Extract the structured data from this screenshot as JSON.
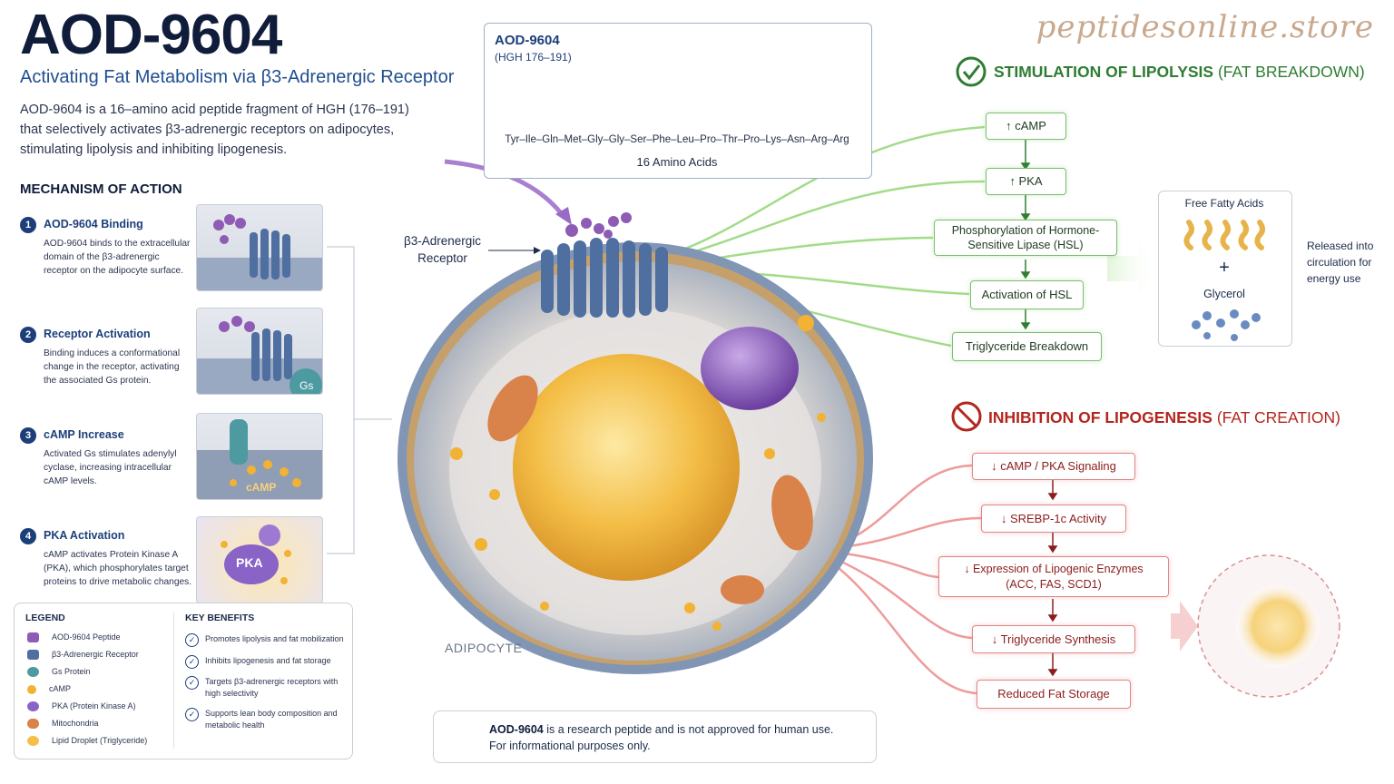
{
  "header": {
    "title": "AOD-9604",
    "subtitle": "Activating Fat Metabolism via β3-Adrenergic Receptor",
    "intro_lines": [
      "AOD-9604 is a 16–amino acid peptide fragment of HGH (176–191)",
      "that selectively activates β3-adrenergic receptors on adipocytes,",
      "stimulating lipolysis and inhibiting lipogenesis."
    ],
    "watermark": "peptidesonline.store"
  },
  "mechanism": {
    "title": "MECHANISM OF ACTION",
    "steps": [
      {
        "num": "1",
        "title": "AOD-9604 Binding",
        "desc": "AOD-9604 binds to the extracellular domain of the β3-adrenergic receptor on the adipocyte surface."
      },
      {
        "num": "2",
        "title": "Receptor Activation",
        "desc": "Binding induces a conformational change in the receptor, activating the associated Gs protein."
      },
      {
        "num": "3",
        "title": "cAMP Increase",
        "desc": "Activated Gs stimulates adenylyl cyclase, increasing intracellular cAMP levels."
      },
      {
        "num": "4",
        "title": "PKA Activation",
        "desc": "cAMP activates Protein Kinase A (PKA), which phosphorylates target proteins to drive metabolic changes."
      }
    ],
    "thumb_labels": {
      "gs": "Gs",
      "camp": "cAMP",
      "pka": "PKA"
    }
  },
  "legend": {
    "title": "LEGEND",
    "items": [
      {
        "label": "AOD-9604 Peptide",
        "icon": "peptide-icon",
        "color": "#8e5bb5"
      },
      {
        "label": "β3-Adrenergic Receptor",
        "icon": "receptor-icon",
        "color": "#4f6fa0"
      },
      {
        "label": "Gs Protein",
        "icon": "gs-protein-icon",
        "color": "#4d9aa0"
      },
      {
        "label": "cAMP",
        "icon": "camp-icon",
        "color": "#f2b233"
      },
      {
        "label": "PKA (Protein Kinase A)",
        "icon": "pka-icon",
        "color": "#8a63c7"
      },
      {
        "label": "Mitochondria",
        "icon": "mitochondria-icon",
        "color": "#d9824a"
      },
      {
        "label": "Lipid Droplet (Triglyceride)",
        "icon": "lipid-droplet-icon",
        "color": "#f4c04a"
      }
    ]
  },
  "key_benefits": {
    "title": "KEY BENEFITS",
    "items": [
      "Promotes lipolysis and fat mobilization",
      "Inhibits lipogenesis and fat storage",
      "Targets β3-adrenergic receptors with high selectivity",
      "Supports lean body composition and metabolic health"
    ]
  },
  "peptide": {
    "name": "AOD-9604",
    "fragment": "(HGH 176–191)",
    "sequence": "Tyr–Ile–Gln–Met–Gly–Gly–Ser–Phe–Leu–Pro–Thr–Pro–Lys–Asn–Arg–Arg",
    "count": "16 Amino Acids"
  },
  "cell": {
    "receptor_label": "β3-Adrenergic Receptor",
    "cell_label": "ADIPOCYTE"
  },
  "stimulation": {
    "title": "STIMULATION OF LIPOLYSIS",
    "title_sub": "(FAT BREAKDOWN)",
    "steps": [
      "↑ cAMP",
      "↑ PKA",
      "Phosphorylation of Hormone-Sensitive Lipase (HSL)",
      "Activation of HSL",
      "Triglyceride Breakdown"
    ],
    "products": {
      "ffa": "Free Fatty Acids",
      "plus": "+",
      "glycerol": "Glycerol"
    },
    "released": "Released into circulation for energy use"
  },
  "inhibition": {
    "title": "INHIBITION OF LIPOGENESIS",
    "title_sub": "(FAT CREATION)",
    "steps": [
      "↓ cAMP / PKA Signaling",
      "↓ SREBP-1c Activity",
      "↓ Expression of Lipogenic Enzymes (ACC, FAS, SCD1)",
      "↓ Triglyceride Synthesis",
      "Reduced Fat Storage"
    ]
  },
  "disclaimer": {
    "bold": "AOD-9604",
    "text": " is a research peptide and is not approved for human use.",
    "line2": "For informational purposes only."
  },
  "colors": {
    "navy": "#0f1c3a",
    "green": "#2f7d32",
    "red": "#b3261e",
    "peptide": "#8e5bb5",
    "receptor": "#4f6fa0",
    "nucleus": "#f2b43c"
  }
}
